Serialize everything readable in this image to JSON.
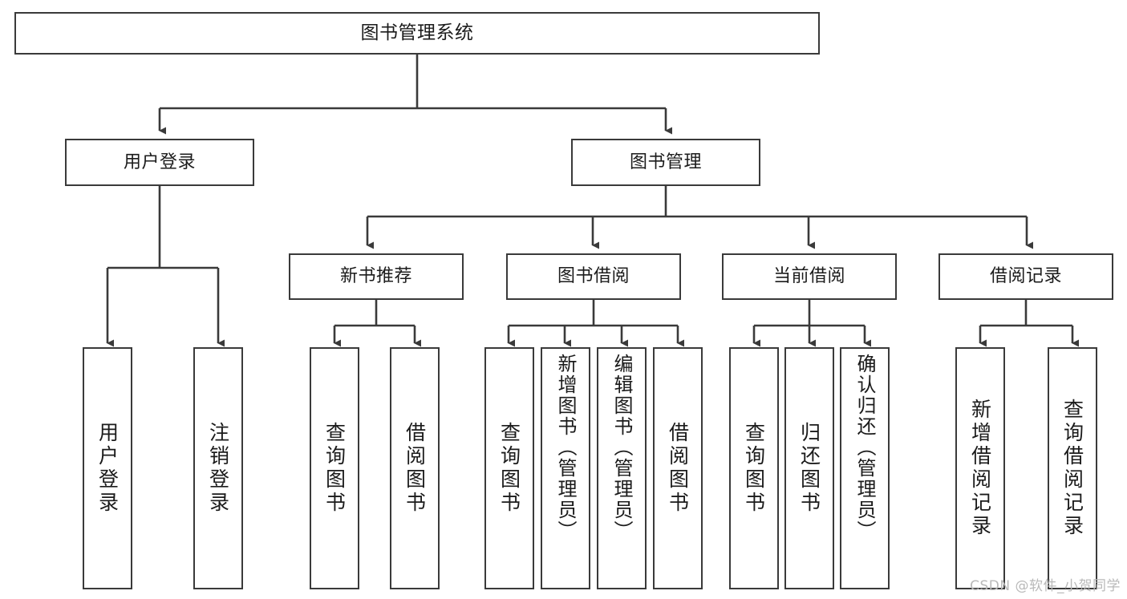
{
  "diagram": {
    "title": "图书管理系统",
    "type": "hierarchy-tree",
    "watermark": "CSDN @软件_小贺同学",
    "colors": {
      "border": "#3a3a3a",
      "background": "#ffffff",
      "text": "#1b1b1b",
      "watermark": "#b9b9b9"
    },
    "root": {
      "label": "图书管理系统"
    },
    "level2": [
      {
        "id": "user-login",
        "label": "用户登录"
      },
      {
        "id": "book-manage",
        "label": "图书管理"
      }
    ],
    "level3": [
      {
        "id": "new-book-rec",
        "label": "新书推荐"
      },
      {
        "id": "book-borrow",
        "label": "图书借阅"
      },
      {
        "id": "current-borrow",
        "label": "当前借阅"
      },
      {
        "id": "borrow-record",
        "label": "借阅记录"
      }
    ],
    "leaves": {
      "user_login": [
        {
          "id": "leaf-user-login",
          "label": "用户登录"
        },
        {
          "id": "leaf-logout-login",
          "label": "注销登录"
        }
      ],
      "new_book_rec": [
        {
          "id": "leaf-query-book-1",
          "label": "查询图书"
        },
        {
          "id": "leaf-borrow-book-1",
          "label": "借阅图书"
        }
      ],
      "book_borrow": [
        {
          "id": "leaf-query-book-2",
          "label": "查询图书"
        },
        {
          "id": "leaf-add-book",
          "label": "新增图书（管理员）"
        },
        {
          "id": "leaf-edit-book",
          "label": "编辑图书（管理员）"
        },
        {
          "id": "leaf-borrow-book-2",
          "label": "借阅图书"
        }
      ],
      "current_borrow": [
        {
          "id": "leaf-query-book-3",
          "label": "查询图书"
        },
        {
          "id": "leaf-return-book",
          "label": "归还图书"
        },
        {
          "id": "leaf-confirm-return",
          "label": "确认归还（管理员）"
        }
      ],
      "borrow_record": [
        {
          "id": "leaf-add-record",
          "label": "新增借阅记录"
        },
        {
          "id": "leaf-query-record",
          "label": "查询借阅记录"
        }
      ]
    }
  }
}
